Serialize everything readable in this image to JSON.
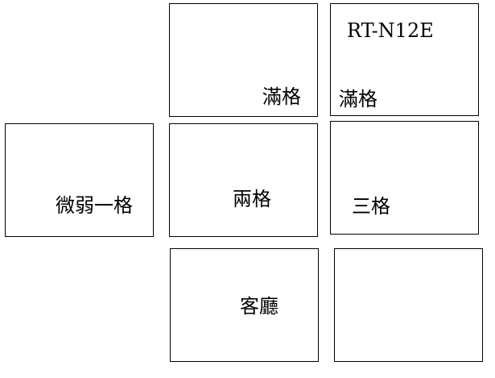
{
  "diagram": {
    "rooms": [
      {
        "id": "top-middle",
        "label": "滿格"
      },
      {
        "id": "top-right",
        "router": "RT-N12E",
        "label": "滿格"
      },
      {
        "id": "middle-left",
        "label": "微弱一格"
      },
      {
        "id": "middle-center",
        "label": "兩格"
      },
      {
        "id": "middle-right",
        "label": "三格"
      },
      {
        "id": "bottom-middle",
        "label": "客廳"
      },
      {
        "id": "bottom-right",
        "label": ""
      }
    ]
  }
}
